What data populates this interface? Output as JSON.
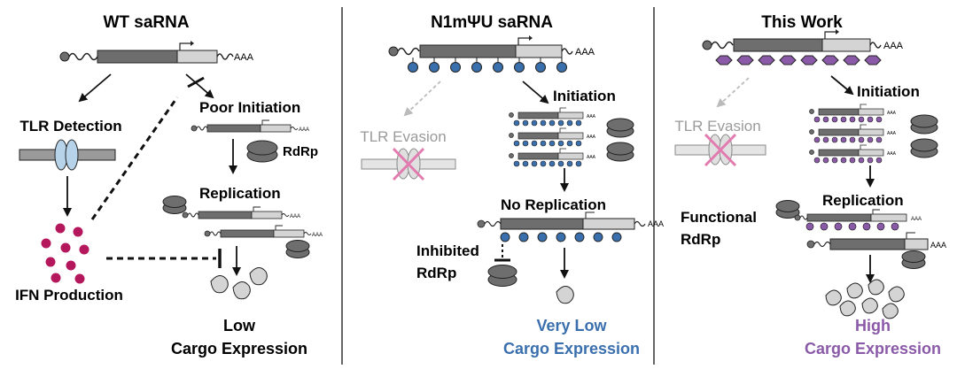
{
  "colors": {
    "dark_gray": "#6e6e6e",
    "light_gray": "#d4d4d4",
    "ink": "#111111",
    "blue": "#3a6fad",
    "purple": "#8a5aa8",
    "magenta": "#c2185b",
    "pink_x": "#e27bb0",
    "tlr_blue": "#b7d3ea",
    "evasion_gray": "#9a9a9a"
  },
  "panel1": {
    "title": "WT saRNA",
    "tlr_detection": "TLR Detection",
    "poor_initiation": "Poor Initiation",
    "rdrp": "RdRp",
    "replication": "Replication",
    "ifn_production": "IFN Production",
    "outcome_line1": "Low",
    "outcome_line2": "Cargo Expression"
  },
  "panel2": {
    "title": "N1mΨU saRNA",
    "tlr_evasion": "TLR Evasion",
    "initiation": "Initiation",
    "no_replication": "No Replication",
    "inhibited_line1": "Inhibited",
    "inhibited_line2": "RdRp",
    "outcome_line1": "Very Low",
    "outcome_line2": "Cargo Expression"
  },
  "panel3": {
    "title": "This Work",
    "tlr_evasion": "TLR Evasion",
    "initiation": "Initiation",
    "replication": "Replication",
    "functional_line1": "Functional",
    "functional_line2": "RdRp",
    "outcome_line1": "High",
    "outcome_line2": "Cargo Expression"
  },
  "rna_tail": "AAA"
}
